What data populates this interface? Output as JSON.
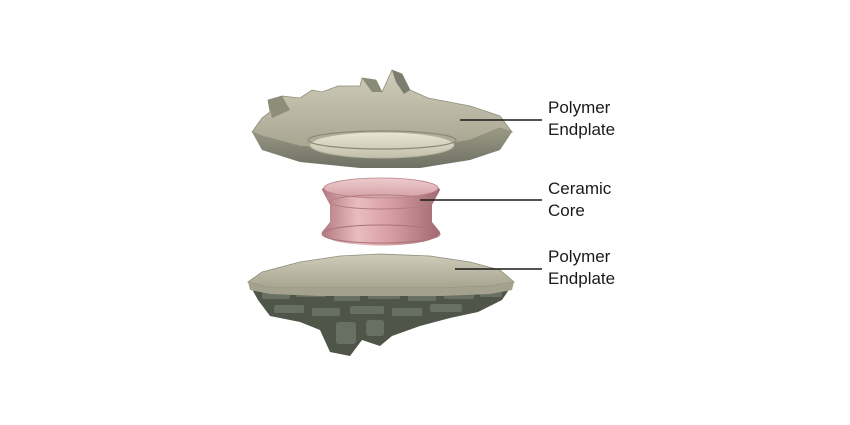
{
  "labels": {
    "top_endplate": {
      "line1": "Polymer",
      "line2": "Endplate"
    },
    "core": {
      "line1": "Ceramic",
      "line2": "Core"
    },
    "bottom_endplate": {
      "line1": "Polymer",
      "line2": "Endplate"
    }
  },
  "colors": {
    "background": "#ffffff",
    "polymer_light": "#c9c6b4",
    "polymer_mid": "#a9a793",
    "polymer_dark": "#6f7267",
    "porous_coating": "#4b5246",
    "ceramic_light": "#e6b8bb",
    "ceramic_mid": "#c98f94",
    "ceramic_dark": "#9d666c",
    "leader_line": "#1a1a1a"
  }
}
